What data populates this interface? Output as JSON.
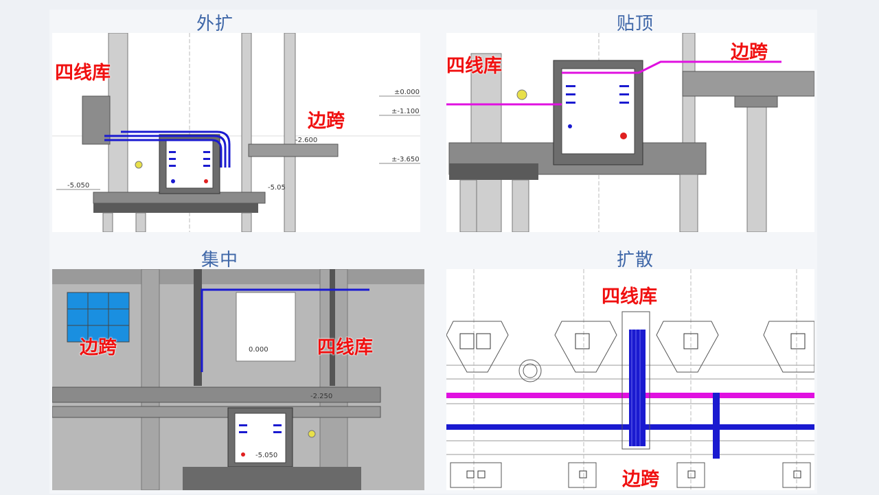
{
  "panels": [
    {
      "title": "外扩",
      "tags": [
        "四线库",
        "边跨"
      ],
      "levels": [
        "±0.000",
        "±-1.100",
        "-2.600",
        "±-3.650",
        "-5.050",
        "-5.05"
      ]
    },
    {
      "title": "贴顶",
      "tags": [
        "四线库",
        "边跨"
      ]
    },
    {
      "title": "集中",
      "tags": [
        "边跨",
        "四线库"
      ],
      "levels": [
        "0.000",
        "-2.250",
        "-5.050"
      ]
    },
    {
      "title": "扩散",
      "tags": [
        "四线库",
        "边跨"
      ]
    }
  ],
  "colors": {
    "title": "#3f67a8",
    "tag": "#f01010",
    "cable_blue": "#1a1ad0",
    "cable_magenta": "#e010e0",
    "window_blue": "#1a8fe0"
  }
}
